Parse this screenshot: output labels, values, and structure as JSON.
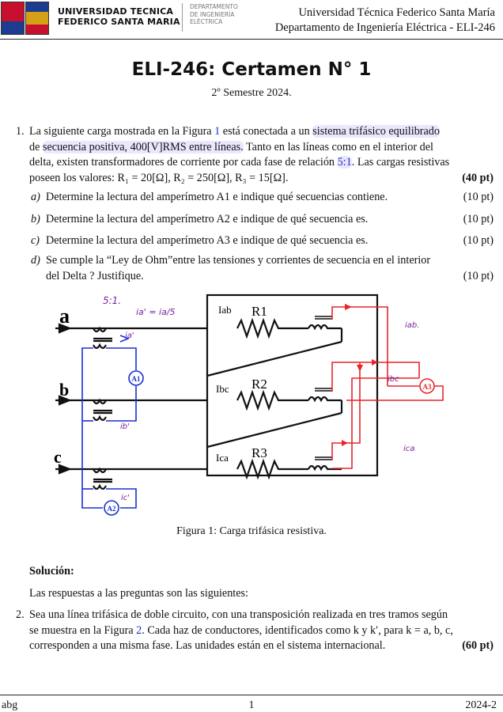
{
  "header": {
    "university_line1": "UNIVERSIDAD TECNICA",
    "university_line2": "FEDERICO SANTA MARIA",
    "dept_line1": "DEPARTAMENTO",
    "dept_line2": "DE INGENIERÍA",
    "dept_line3": "ELÉCTRICA",
    "right_line1": "Universidad Técnica Federico Santa María",
    "right_line2": "Departamento de Ingeniería Eléctrica - ELI-246"
  },
  "title": "ELI-246: Certamen N° 1",
  "subtitle": "2º Semestre 2024.",
  "q1": {
    "number": "1.",
    "line1_a": "La siguiente carga mostrada en la Figura ",
    "fig_ref": "1",
    "line1_b": " está conectada a un ",
    "line1_hl": "sistema trifásico equilibrado",
    "line2_a": "de ",
    "line2_hl": "secuencia positiva, 400[V]RMS entre líneas.",
    "line2_b": " Tanto en las líneas como en el interior del",
    "line3_a": "delta, existen transformadores de corriente por cada fase de relación ",
    "line3_hl": "5:1",
    "line3_b": ". Las cargas resistivas",
    "line4": "poseen los valores: R₁ = 20[Ω], R₂ = 250[Ω], R₃ = 15[Ω].",
    "points": "(40 pt)",
    "items": [
      {
        "label": "a)",
        "text": "Determine la lectura del amperímetro A1 e indique qué secuencias contiene.",
        "pts": "(10 pt)"
      },
      {
        "label": "b)",
        "text": "Determine la lectura del amperímetro A2 e indique de qué secuencia es.",
        "pts": "(10 pt)"
      },
      {
        "label": "c)",
        "text": "Determine la lectura del amperímetro A3 e indique de qué secuencia es.",
        "pts": "(10 pt)"
      },
      {
        "label": "d)",
        "text1": "Se cumple la “Ley de Ohm”entre las tensiones y corrientes de secuencia en el interior",
        "text2": "del Delta ? Justifique.",
        "pts": "(10 pt)"
      }
    ]
  },
  "figure": {
    "phase_a": "a",
    "phase_b": "b",
    "phase_c": "c",
    "i_ab": "Iab",
    "i_bc": "Ibc",
    "i_ca": "Ica",
    "r1": "R1",
    "r2": "R2",
    "r3": "R3",
    "ammeter1": "A1",
    "ammeter2": "A2",
    "ammeter3": "A3",
    "note_ratio": "5:1.",
    "note_ia": "ia' = ia/5",
    "note_ia_prime": "ia'",
    "note_ib_prime": "ib'",
    "note_ic_prime": "ic'",
    "note_iab": "iab.",
    "note_ibc": "ibc",
    "note_ica": "ica",
    "caption": "Figura 1: Carga trifásica resistiva."
  },
  "solution": {
    "heading": "Solución:",
    "text": "Las respuestas a las preguntas son las siguientes:"
  },
  "q2": {
    "number": "2.",
    "line1": "Sea una línea trifásica de doble circuito, con una transposición realizada en tres tramos según",
    "line2_a": "se muestra en la Figura ",
    "fig_ref": "2",
    "line2_b": ". Cada haz de conductores, identificados como k y k′, para k = a, b, c,",
    "line3": "corresponden a una misma fase. Las unidades están en el sistema internacional.",
    "points": "(60 pt)"
  },
  "footer": {
    "left": "abg",
    "center": "1",
    "right": "2024-2"
  },
  "colors": {
    "blue": "#1a2fd0",
    "red": "#e8242b",
    "purple": "#7a1fa2",
    "link": "#1a2fd0"
  }
}
